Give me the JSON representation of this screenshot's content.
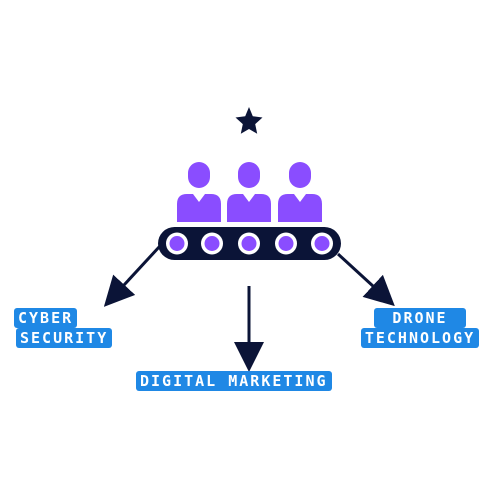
{
  "labels": {
    "cyber_security": [
      "CYBER",
      "SECURITY"
    ],
    "drone_technology": [
      "DRONE",
      "TECHNOLOGY"
    ],
    "digital_marketing": "DIGITAL MARKETING"
  },
  "colors": {
    "navy": "#0b1437",
    "purple": "#8a4dff",
    "label_blue": "#1f88e5",
    "white": "#ffffff"
  },
  "icons": {
    "top": "star-icon",
    "people": [
      "person-icon",
      "person-icon",
      "person-icon"
    ],
    "conveyor": "conveyor-belt-icon"
  }
}
